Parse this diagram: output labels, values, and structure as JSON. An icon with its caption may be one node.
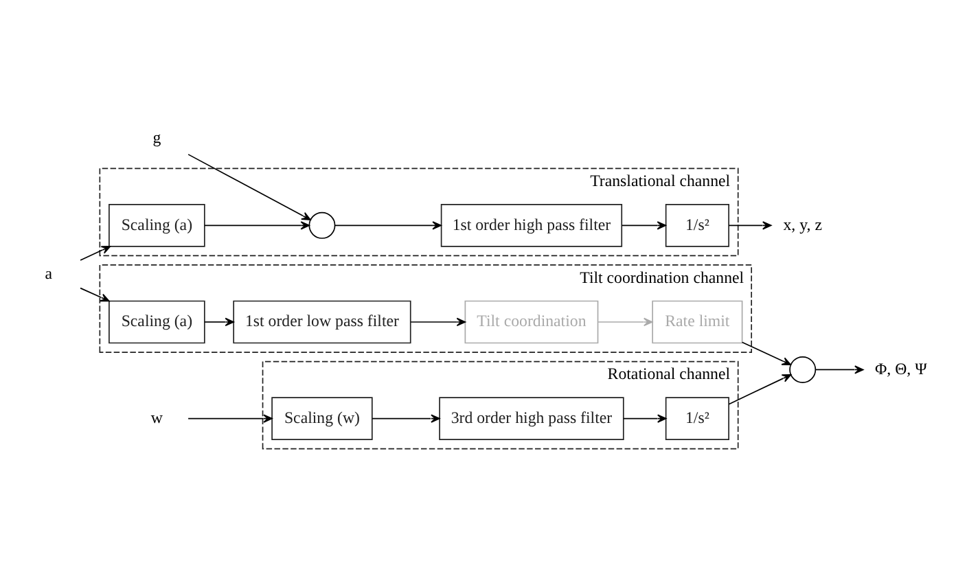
{
  "diagram": {
    "nodes": [
      {
        "text": [
          "Translational channel"
        ]
      },
      {
        "text": [
          "a"
        ]
      },
      {
        "text": [
          "Scaling (a)"
        ],
        "in": 0
      },
      {
        "text": [],
        "shape": "circle",
        "in": 0
      },
      {
        "text": [
          "g"
        ]
      },
      {
        "text": [
          "1st order high pass filter"
        ],
        "in": 0
      },
      {
        "text": [
          "1/s²"
        ],
        "in": 0
      },
      {
        "text": [
          "x, y, z"
        ]
      },
      {
        "text": [
          "Tilt coordination channel"
        ]
      },
      {
        "text": [
          "Scaling (a)"
        ],
        "in": 8
      },
      {
        "text": [
          "1st order low pass filter"
        ],
        "in": 8
      },
      {
        "text": [
          "Tilt coordination"
        ],
        "in": 8
      },
      {
        "text": [
          "Rate limit"
        ],
        "in": 8
      },
      {
        "text": [
          "Rotational channel"
        ]
      },
      {
        "text": [
          "w"
        ]
      },
      {
        "text": [
          "Scaling (w)"
        ],
        "in": 13
      },
      {
        "text": [
          "3rd order high pass filter"
        ],
        "in": 13
      },
      {
        "text": [
          "1/s²"
        ],
        "in": 13
      },
      {
        "text": [],
        "shape": "circle"
      },
      {
        "text": [
          "Φ, Θ, Ψ"
        ]
      }
    ],
    "edges": [
      {
        "from": 1,
        "to": 2,
        "arrow": "to"
      },
      {
        "from": 1,
        "to": 9,
        "arrow": "to"
      },
      {
        "from": 4,
        "to": 3,
        "arrow": "to"
      },
      {
        "from": 2,
        "to": 3,
        "arrow": "to"
      },
      {
        "from": 3,
        "to": 5,
        "arrow": "to"
      },
      {
        "from": 5,
        "to": 6,
        "arrow": "to"
      },
      {
        "from": 6,
        "to": 7,
        "arrow": "to"
      },
      {
        "from": 9,
        "to": 10,
        "arrow": "to"
      },
      {
        "from": 10,
        "to": 11,
        "arrow": "to"
      },
      {
        "from": 11,
        "to": 12,
        "arrow": "to",
        "color": "#aaaaaa"
      },
      {
        "from": 12,
        "to": 18,
        "arrow": "to"
      },
      {
        "from": 14,
        "to": 15,
        "arrow": "to"
      },
      {
        "from": 15,
        "to": 16,
        "arrow": "to"
      },
      {
        "from": 16,
        "to": 17,
        "arrow": "to"
      },
      {
        "from": 17,
        "to": 18,
        "arrow": "to"
      },
      {
        "from": 18,
        "to": 19,
        "arrow": "to"
      }
    ]
  }
}
